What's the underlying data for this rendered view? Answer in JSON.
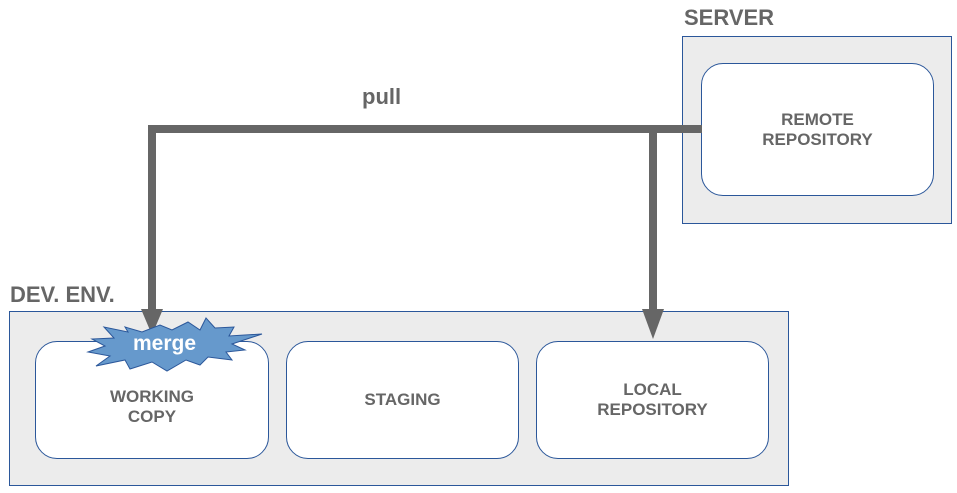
{
  "server": {
    "label": "SERVER",
    "remote_repository": [
      "REMOTE",
      "REPOSITORY"
    ]
  },
  "dev_env": {
    "label": "DEV. ENV.",
    "working_copy": [
      "WORKING",
      "COPY"
    ],
    "staging": [
      "STAGING"
    ],
    "local_repository": [
      "LOCAL",
      "REPOSITORY"
    ]
  },
  "arrow": {
    "label": "pull",
    "color": "#666666"
  },
  "merge": {
    "label": "merge",
    "fill": "#6699cc",
    "stroke": "#2b579a"
  }
}
